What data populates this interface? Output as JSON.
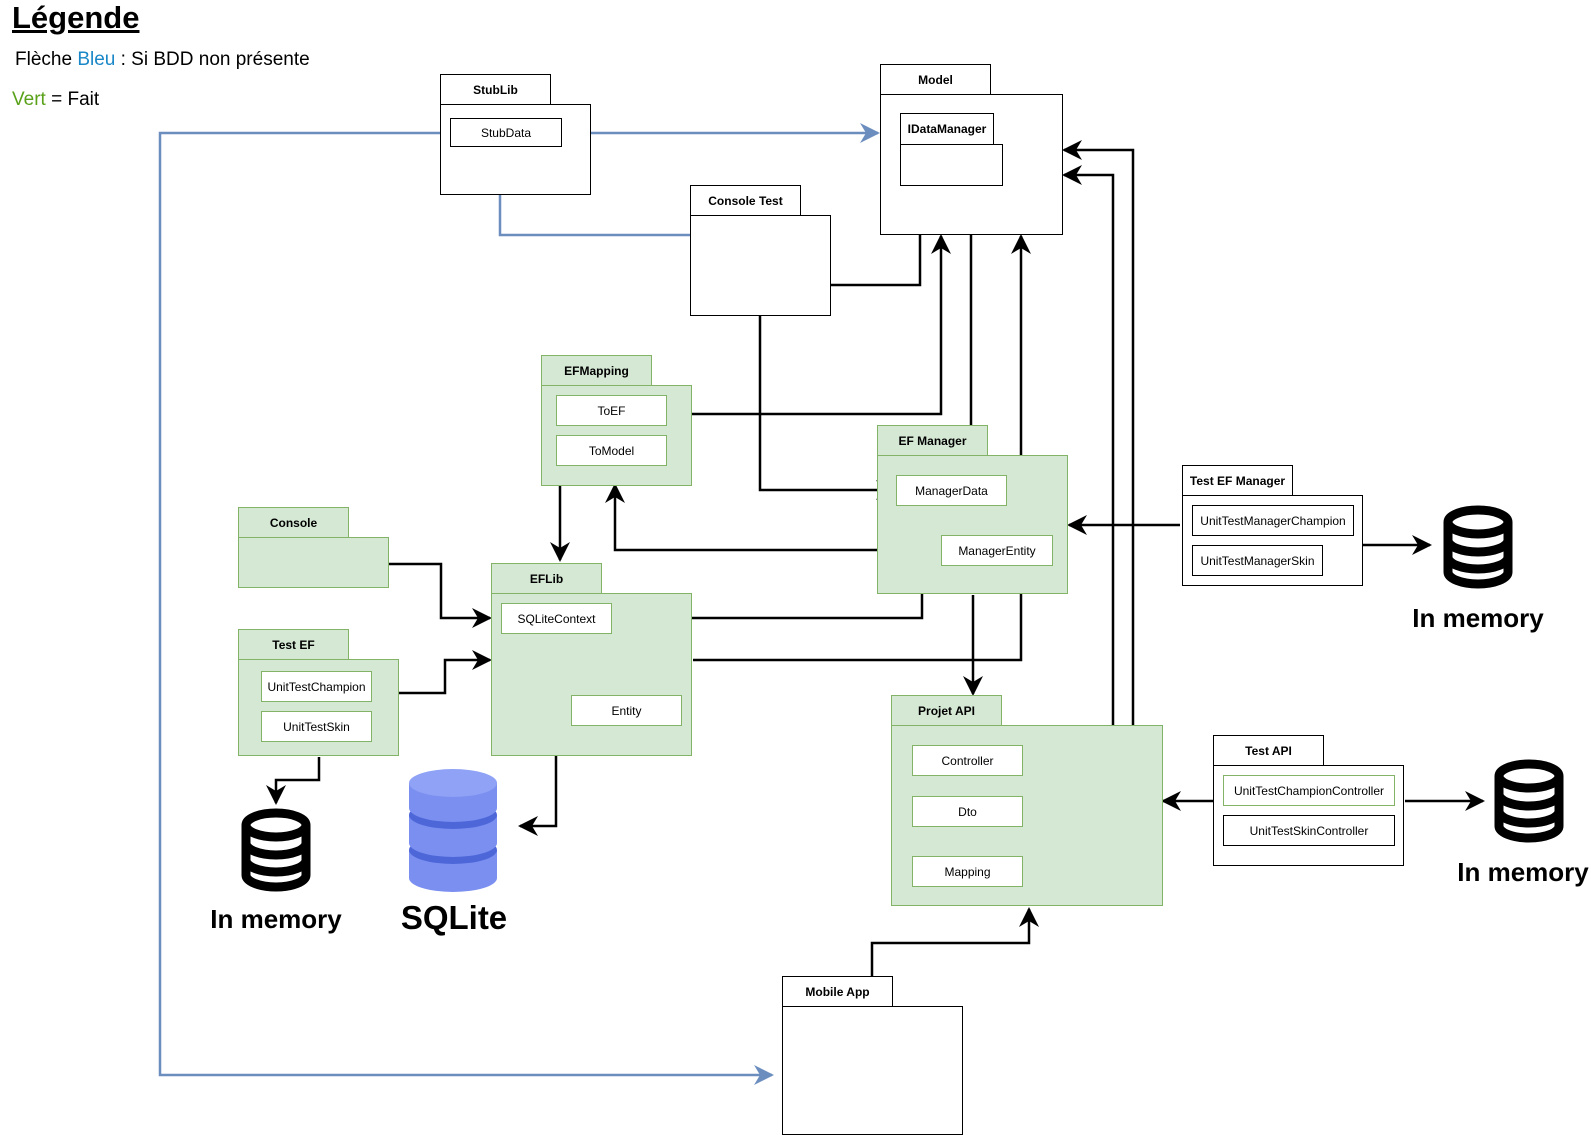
{
  "legend": {
    "title": "Légende",
    "line1_prefix": "Flèche ",
    "line1_color_word": "Bleu",
    "line1_suffix": " : Si BDD non présente",
    "line2_color_word": "Vert",
    "line2_suffix": " = Fait",
    "blue_color": "#1a87c7",
    "green_color": "#5aa11a"
  },
  "packages": {
    "stublib": {
      "title": "StubLib",
      "items": [
        "StubData"
      ]
    },
    "model": {
      "title": "Model",
      "items": [
        "IDataManager"
      ]
    },
    "console_test": {
      "title": "Console Test"
    },
    "efmapping": {
      "title": "EFMapping",
      "items": [
        "ToEF",
        "ToModel"
      ]
    },
    "ef_manager": {
      "title": "EF Manager",
      "items": [
        "ManagerData",
        "ManagerEntity"
      ]
    },
    "test_ef_manager": {
      "title": "Test EF Manager",
      "items": [
        "UnitTestManagerChampion",
        "UnitTestManagerSkin"
      ]
    },
    "console": {
      "title": "Console"
    },
    "eflib": {
      "title": "EFLib",
      "items": [
        "SQLiteContext",
        "Entity"
      ]
    },
    "test_ef": {
      "title": "Test EF",
      "items": [
        "UnitTestChampion",
        "UnitTestSkin"
      ]
    },
    "projet_api": {
      "title": "Projet API",
      "items": [
        "Controller",
        "Dto",
        "Mapping"
      ]
    },
    "test_api": {
      "title": "Test API",
      "items": [
        "UnitTestChampionController",
        "UnitTestSkinController"
      ]
    },
    "mobile_app": {
      "title": "Mobile App"
    }
  },
  "databases": {
    "in_memory_1": "In memory",
    "sqlite": "SQLite",
    "in_memory_2": "In memory",
    "in_memory_3": "In memory"
  },
  "colors": {
    "done_fill": "#d5e8d4",
    "done_border": "#82b366",
    "blue_arrow": "#6c8ebf",
    "sqlite_db": "#7a8ff0"
  }
}
